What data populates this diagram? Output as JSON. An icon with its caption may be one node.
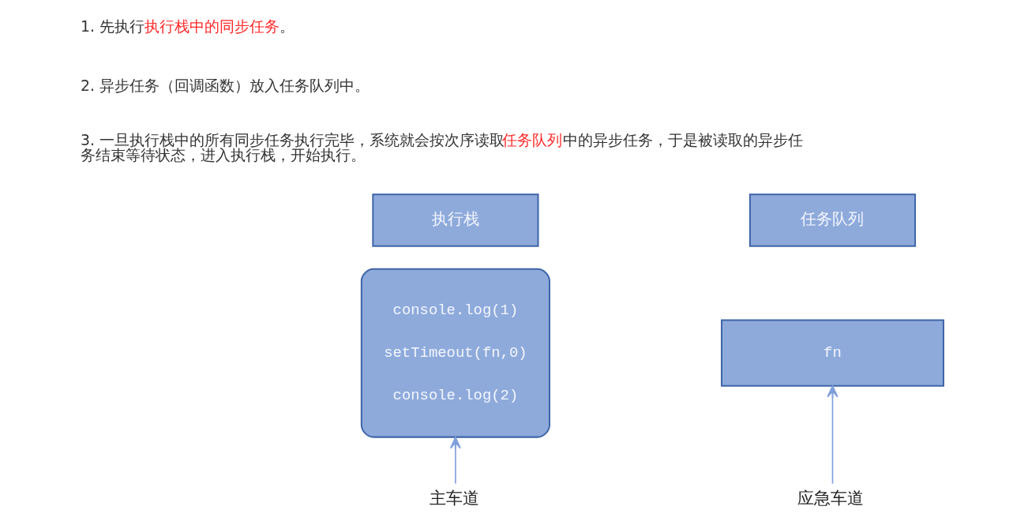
{
  "diagram": {
    "nodes": [
      {
        "text": [
          "执行栈"
        ]
      },
      {
        "text": [
          "任务队列"
        ]
      },
      {
        "text": [
          "console.log(1)",
          "setTimeout(fn,0)",
          "console.log(2)"
        ]
      },
      {
        "text": [
          "fn"
        ]
      },
      {
        "text": [
          "主车道"
        ]
      },
      {
        "text": [
          "应急车道"
        ]
      }
    ],
    "edges": [
      {
        "from": 4,
        "to": 2,
        "arrow": "to"
      },
      {
        "from": 5,
        "to": 3,
        "arrow": "to"
      }
    ],
    "labels": [
      "1. 先执行执行栈中的同步任务。",
      "2. 异步任务（回调函数）放入任务队列中。",
      "3. 一旦执行栈中的所有同步任务执行完毕，系统就会按次序读取任务队列中的异步任务，于是被读取的异步任务结束等待状态，进入执行栈，开始执行。"
    ]
  }
}
